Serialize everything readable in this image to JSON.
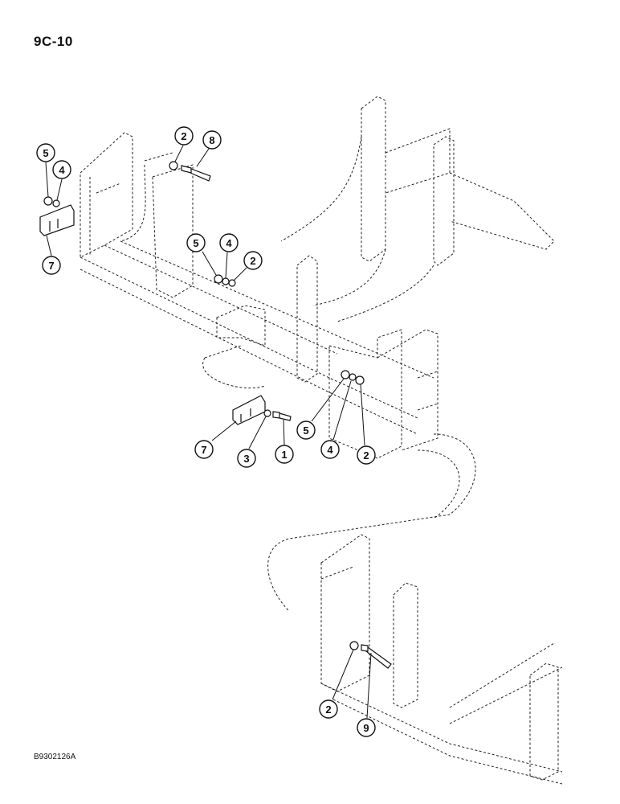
{
  "page": {
    "number": "9C-10",
    "figure_code": "B9302126A"
  },
  "callouts": [
    {
      "label": "5"
    },
    {
      "label": "4"
    },
    {
      "label": "7"
    },
    {
      "label": "2"
    },
    {
      "label": "8"
    },
    {
      "label": "5"
    },
    {
      "label": "4"
    },
    {
      "label": "2"
    },
    {
      "label": "7"
    },
    {
      "label": "3"
    },
    {
      "label": "1"
    },
    {
      "label": "5"
    },
    {
      "label": "4"
    },
    {
      "label": "2"
    },
    {
      "label": "2"
    },
    {
      "label": "9"
    }
  ]
}
